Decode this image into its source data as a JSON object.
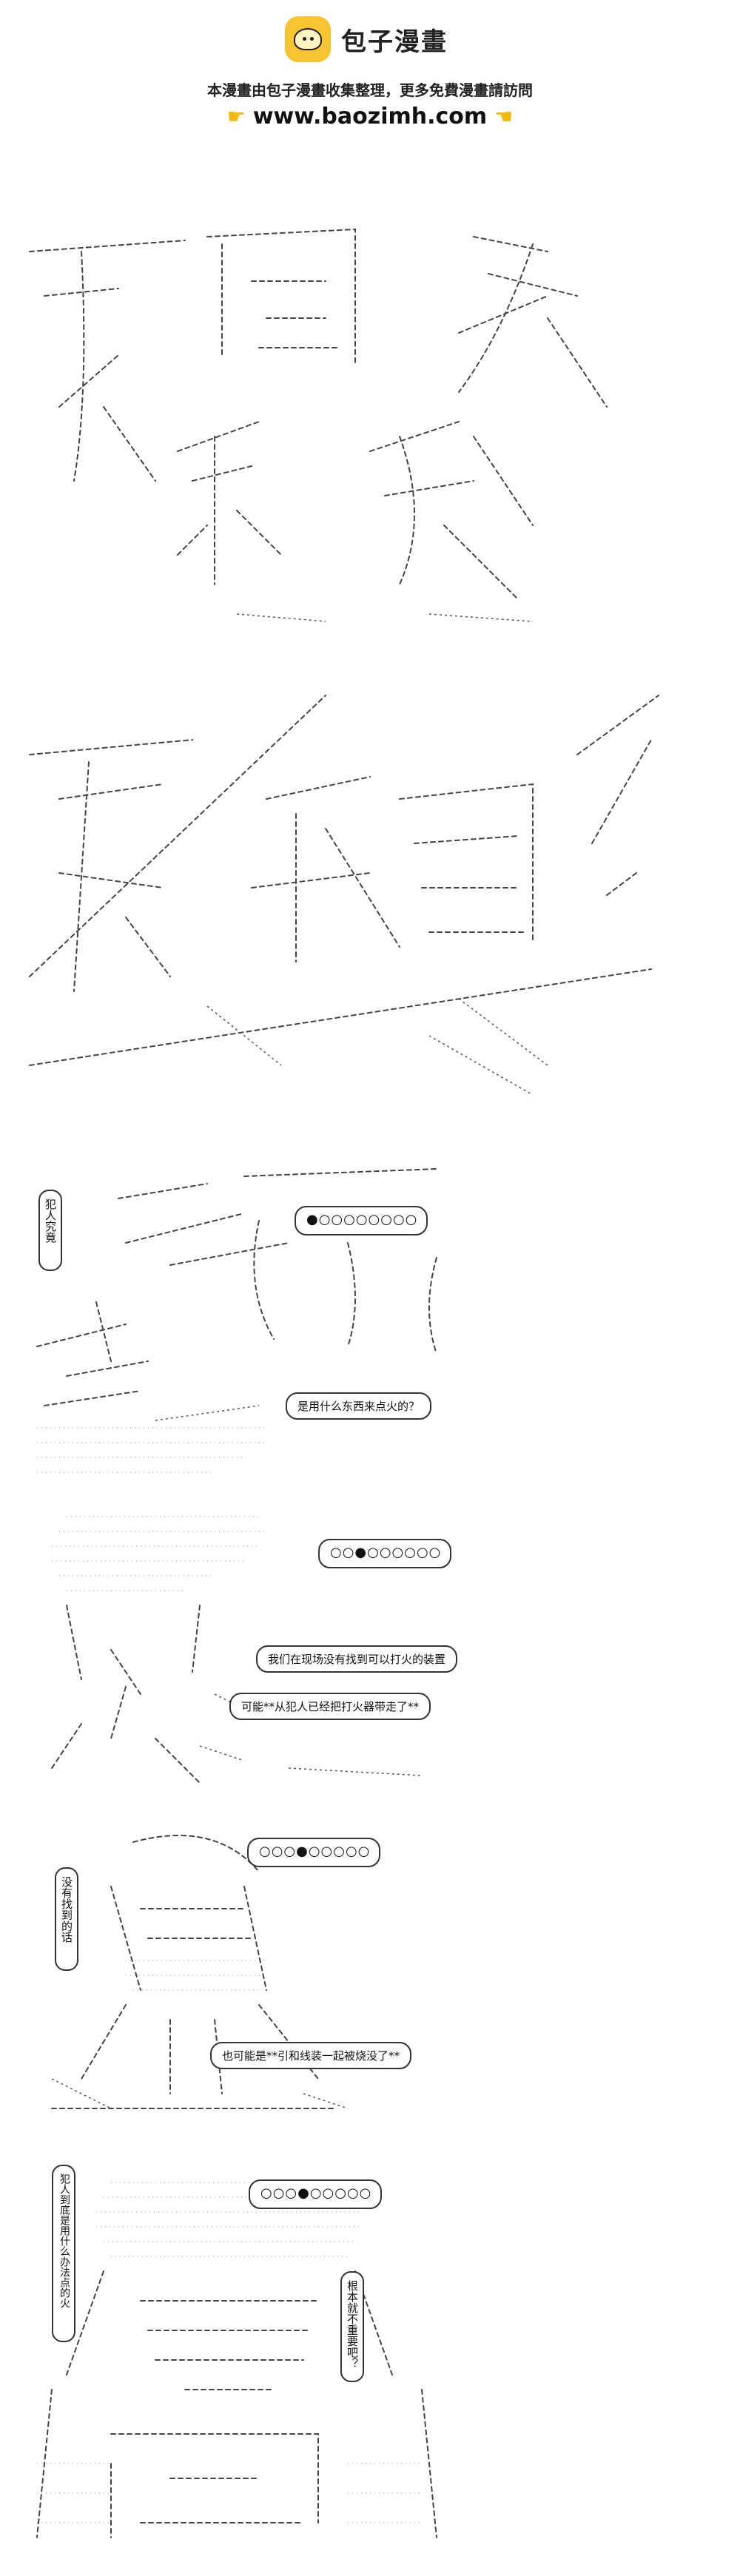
{
  "header": {
    "brand": "包子漫畫",
    "notice": "本漫畫由包子漫畫收集整理，更多免費漫畫請訪問",
    "url": "www.baozimh.com",
    "hand_icon": "pointing-hand-icon",
    "accent_color": "#f7c531"
  },
  "panels": {
    "p3": {
      "caption_vertical": "犯人究竟",
      "dots": "●○○○○○○○○",
      "speech": "是用什么东西来点火的？"
    },
    "p4": {
      "dots": "○○●○○○○○○",
      "speech1": "我们在现场没有找到可以打火的装置",
      "speech2": "可能**从犯人已经把打火器带走了**"
    },
    "p5": {
      "caption_vertical": "没有找到的话",
      "dots": "○○○●○○○○○",
      "speech": "也可能是**引和线装一起被烧没了**"
    },
    "p6": {
      "caption_vertical": "犯人到底是用什么办法点的火",
      "dots": "○○○●○○○○○",
      "side_vertical": "根本就不重要吧？"
    }
  }
}
